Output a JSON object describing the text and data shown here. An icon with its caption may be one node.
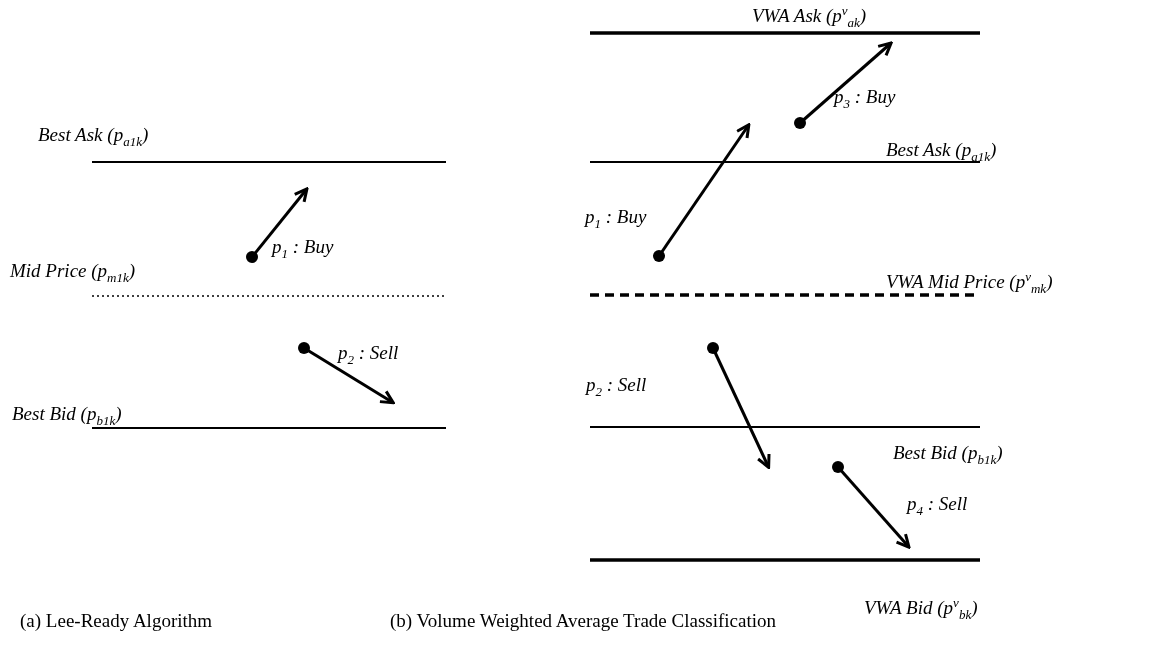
{
  "diagram": {
    "labels": [
      "Best Ask (p$_{a1k}$)",
      "p$_{1}$ : Buy",
      "Mid Price (p$_{m1k}$)",
      "p$_{2}$ : Sell",
      "Best Bid (p$_{b1k}$)",
      "(a) Lee-Ready Algorithm",
      "VWA Ask (p$^{v}$$_{ak}$)",
      "p$_{3}$ : Buy",
      "Best Ask (p$_{a1k}$)",
      "p$_{1}$ : Buy",
      "VWA Mid Price (p$^{v}$$_{mk}$)",
      "p$_{2}$ : Sell",
      "Best Bid (p$_{b1k}$)",
      "p$_{4}$ : Sell",
      "VWA Bid (p$^{v}$$_{bk}$)",
      "(b) Volume Weighted Average Trade Classification"
    ]
  }
}
